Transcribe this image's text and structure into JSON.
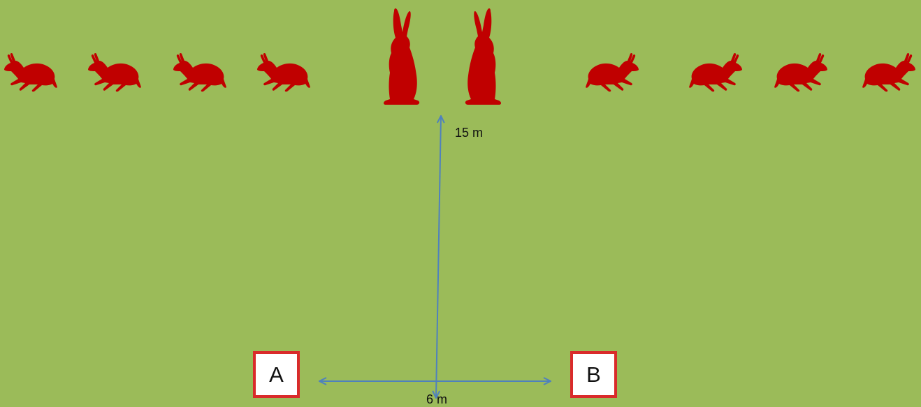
{
  "background_color": "#9bbb59",
  "hare_color": "#c00000",
  "arrow_color": "#4f81bd",
  "box_border_color": "#d92b2b",
  "hares": {
    "left_group": [
      "crouching-hare-icon",
      "crouching-hare-icon",
      "crouching-hare-icon",
      "crouching-hare-icon"
    ],
    "center_group": [
      "sitting-hare-icon",
      "sitting-hare-icon"
    ],
    "right_group": [
      "crouching-hare-icon",
      "crouching-hare-icon",
      "crouching-hare-icon",
      "crouching-hare-icon"
    ]
  },
  "positions": {
    "a_label": "A",
    "b_label": "B"
  },
  "measurements": {
    "vertical_distance": "15 m",
    "horizontal_distance": "6 m"
  }
}
